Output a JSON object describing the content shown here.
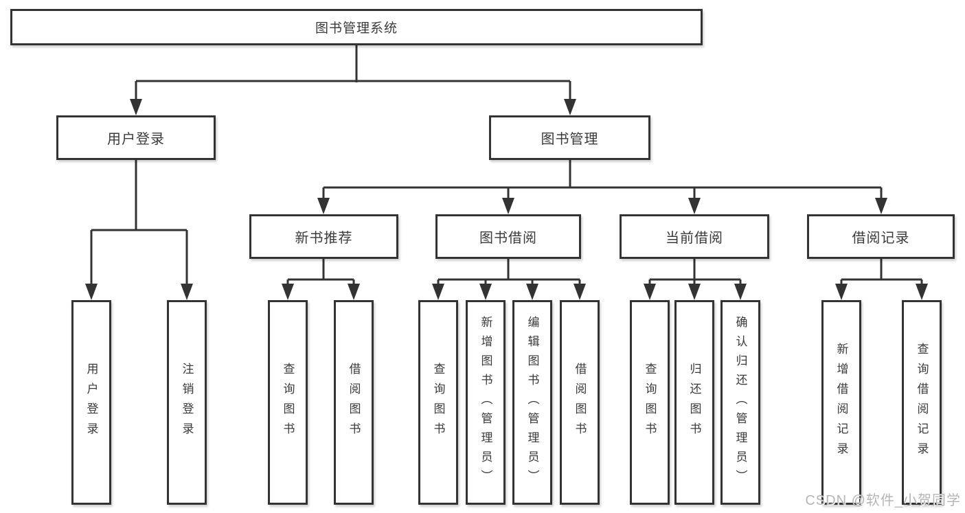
{
  "tree": {
    "root": "图书管理系统",
    "l2": [
      "用户登录",
      "图书管理"
    ],
    "l3": [
      "新书推荐",
      "图书借阅",
      "当前借阅",
      "借阅记录"
    ],
    "leaves": {
      "g1": [
        "用户登录",
        "注销登录"
      ],
      "g2": [
        "查询图书",
        "借阅图书"
      ],
      "g3": [
        "查询图书",
        "新增图书（管理员）",
        "编辑图书（管理员）",
        "借阅图书"
      ],
      "g4": [
        "查询图书",
        "归还图书",
        "确认归还（管理员）"
      ],
      "g5": [
        "新增借阅记录",
        "查询借阅记录"
      ]
    }
  },
  "watermark": "CSDN @软件_小贺同学",
  "colors": {
    "line": "#333333",
    "border": "#333333",
    "text": "#3a3a3a",
    "watermark": "#b5b5b5",
    "background": "#ffffff"
  }
}
